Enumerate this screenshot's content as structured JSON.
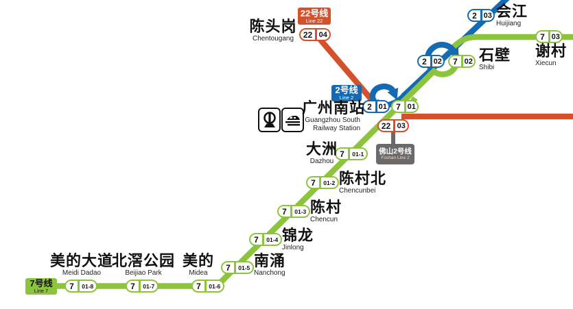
{
  "lines": [
    {
      "id": "line7",
      "zh": "7号线",
      "en": "Line 7",
      "color": "#8CC53D",
      "text_color": "#111111"
    },
    {
      "id": "line2",
      "zh": "2号线",
      "en": "Line 2",
      "color": "#146BB1",
      "text_color": "#FFFFFF"
    },
    {
      "id": "line22",
      "zh": "22号线",
      "en": "Line 22",
      "color": "#D5512B",
      "text_color": "#FFFFFF"
    },
    {
      "id": "foshan2",
      "zh": "佛山2号线",
      "en": "Foshan Line 2",
      "color": "#6A6A6A",
      "text_color": "#FFFFFF"
    }
  ],
  "stations": [
    {
      "zh": "陈头岗",
      "en": "Chentougang",
      "badges": [
        {
          "line": "22",
          "code": "04"
        }
      ]
    },
    {
      "zh": "会江",
      "en": "Huijiang",
      "badges": [
        {
          "line": "2",
          "code": "03"
        }
      ]
    },
    {
      "zh": "石壁",
      "en": "Shibi",
      "badges": [
        {
          "line": "2",
          "code": "02"
        },
        {
          "line": "7",
          "code": "02"
        }
      ]
    },
    {
      "zh": "谢村",
      "en": "Xiecun",
      "badges": [
        {
          "line": "7",
          "code": "03"
        }
      ]
    },
    {
      "zh": "广州南站",
      "en": "Guangzhou South",
      "en2": "Railway Station",
      "badges": [
        {
          "line": "2",
          "code": "01"
        },
        {
          "line": "7",
          "code": "01"
        },
        {
          "line": "22",
          "code": "03"
        }
      ]
    },
    {
      "zh": "大洲",
      "en": "Dazhou",
      "badges": [
        {
          "line": "7",
          "code": "01-1"
        }
      ]
    },
    {
      "zh": "陈村北",
      "en": "Chencunbei",
      "badges": [
        {
          "line": "7",
          "code": "01-2"
        }
      ]
    },
    {
      "zh": "陈村",
      "en": "Chencun",
      "badges": [
        {
          "line": "7",
          "code": "01-3"
        }
      ]
    },
    {
      "zh": "锦龙",
      "en": "Jinlong",
      "badges": [
        {
          "line": "7",
          "code": "01-4"
        }
      ]
    },
    {
      "zh": "南涌",
      "en": "Nanchong",
      "badges": [
        {
          "line": "7",
          "code": "01-5"
        }
      ]
    },
    {
      "zh": "美的",
      "en": "Midea",
      "badges": [
        {
          "line": "7",
          "code": "01-6"
        }
      ]
    },
    {
      "zh": "北滘公园",
      "en": "Beijiao Park",
      "badges": [
        {
          "line": "7",
          "code": "01-7"
        }
      ]
    },
    {
      "zh": "美的大道",
      "en": "Meidi Dadao",
      "badges": [
        {
          "line": "7",
          "code": "01-8"
        }
      ]
    }
  ],
  "icons": [
    {
      "name": "china-railway-icon"
    },
    {
      "name": "high-speed-rail-icon"
    }
  ]
}
